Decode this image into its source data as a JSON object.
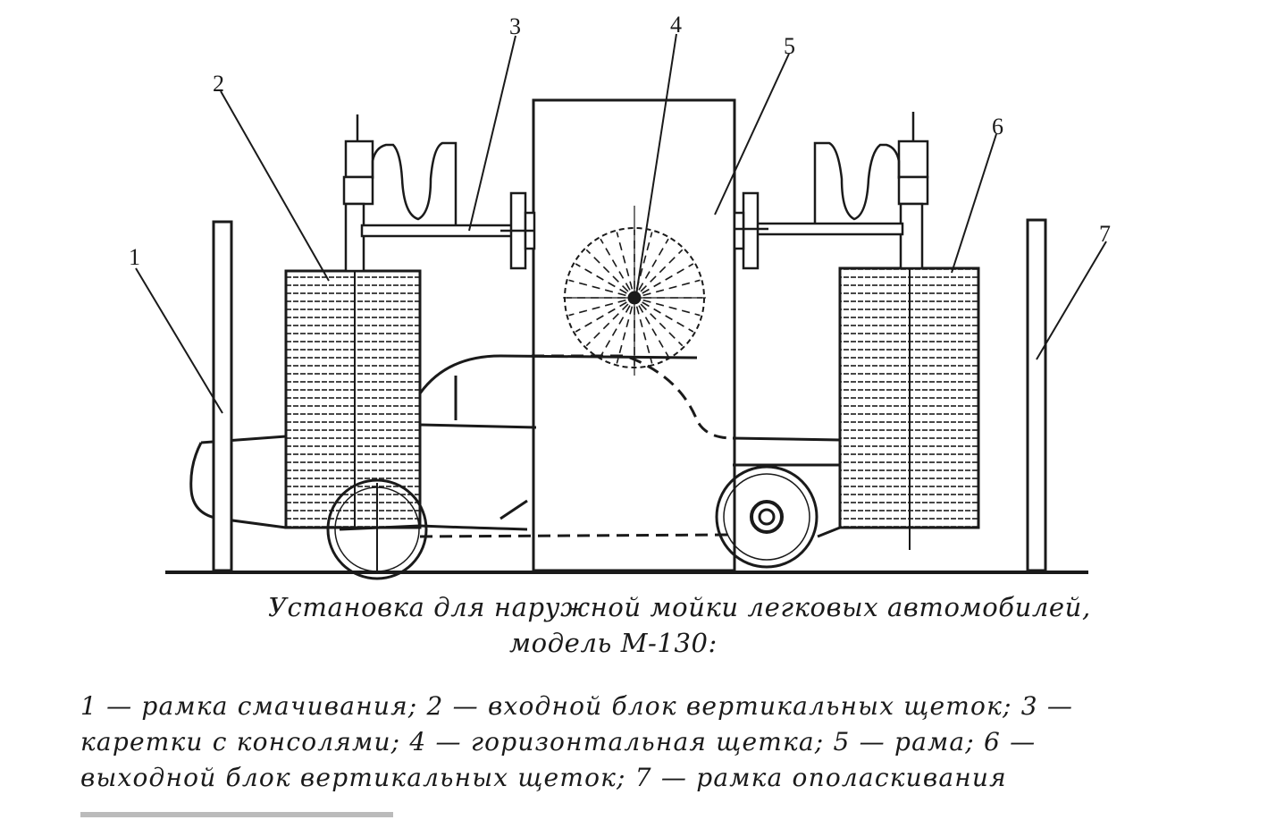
{
  "callouts": [
    "1",
    "2",
    "3",
    "4",
    "5",
    "6",
    "7"
  ],
  "caption": {
    "title": "Установка для наружной мойки легковых автомобилей,",
    "model": "модель М-130:"
  },
  "legend": [
    "1 — рамка смачивания; 2 — входной блок вертикальных щеток; 3 —",
    "каретки с консолями; 4 — горизонтальная щетка; 5 — рама; 6 —",
    "выходной блок вертикальных щеток; 7 — рамка ополаскивания"
  ],
  "colors": {
    "ink": "#1a1a1a",
    "paper": "#ffffff"
  }
}
